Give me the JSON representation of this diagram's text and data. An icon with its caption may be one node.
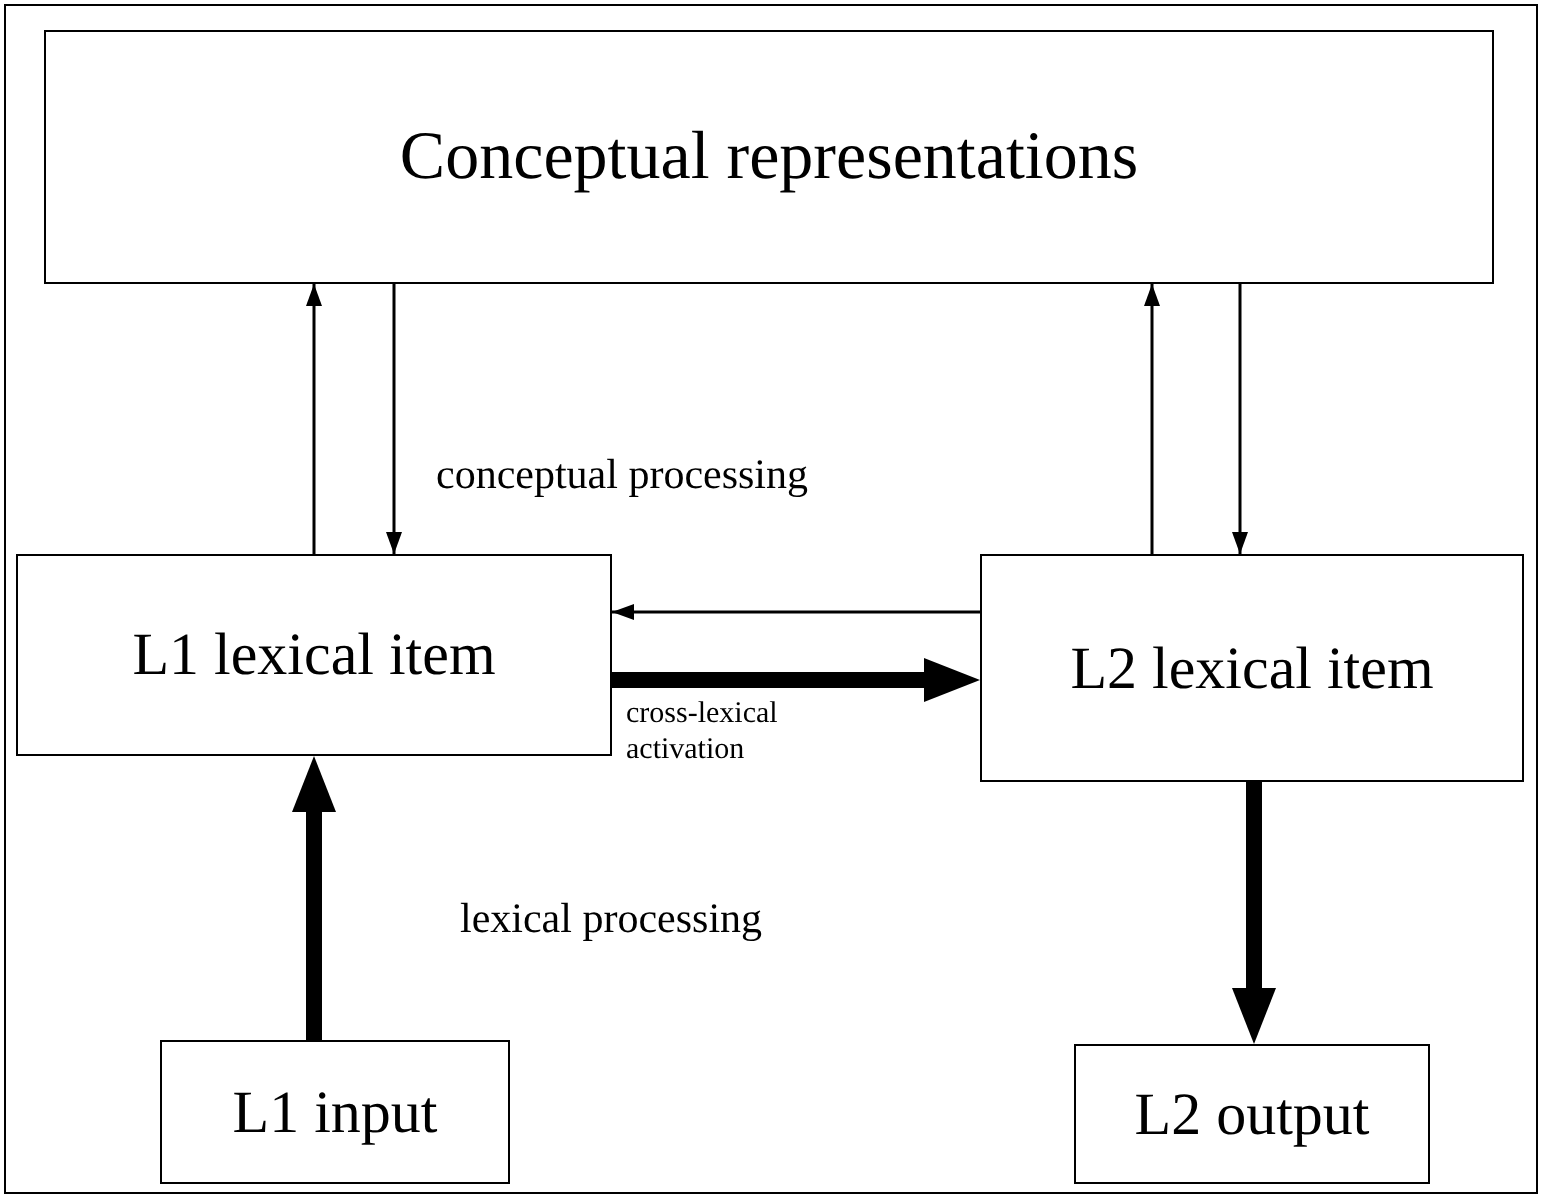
{
  "diagram": {
    "nodes": [
      {
        "text": [
          "Conceptual representations"
        ]
      },
      {
        "text": [
          "L1 lexical item"
        ]
      },
      {
        "text": [
          "L2 lexical item"
        ]
      },
      {
        "text": [
          "L1 input"
        ]
      },
      {
        "text": [
          "L2 output"
        ]
      }
    ],
    "edges": [
      {
        "from": 1,
        "to": 0,
        "arrow": "to"
      },
      {
        "from": 0,
        "to": 1,
        "arrow": "to"
      },
      {
        "from": 2,
        "to": 0,
        "arrow": "to"
      },
      {
        "from": 0,
        "to": 2,
        "arrow": "to"
      },
      {
        "from": 2,
        "to": 1,
        "arrow": "to"
      },
      {
        "from": 1,
        "to": 2,
        "arrow": "to",
        "style": "thick",
        "label": "cross-lexical activation"
      },
      {
        "from": 3,
        "to": 1,
        "arrow": "to",
        "style": "thick"
      },
      {
        "from": 2,
        "to": 4,
        "arrow": "to",
        "style": "thick"
      }
    ],
    "labels": [
      "conceptual processing",
      "lexical processing"
    ]
  }
}
